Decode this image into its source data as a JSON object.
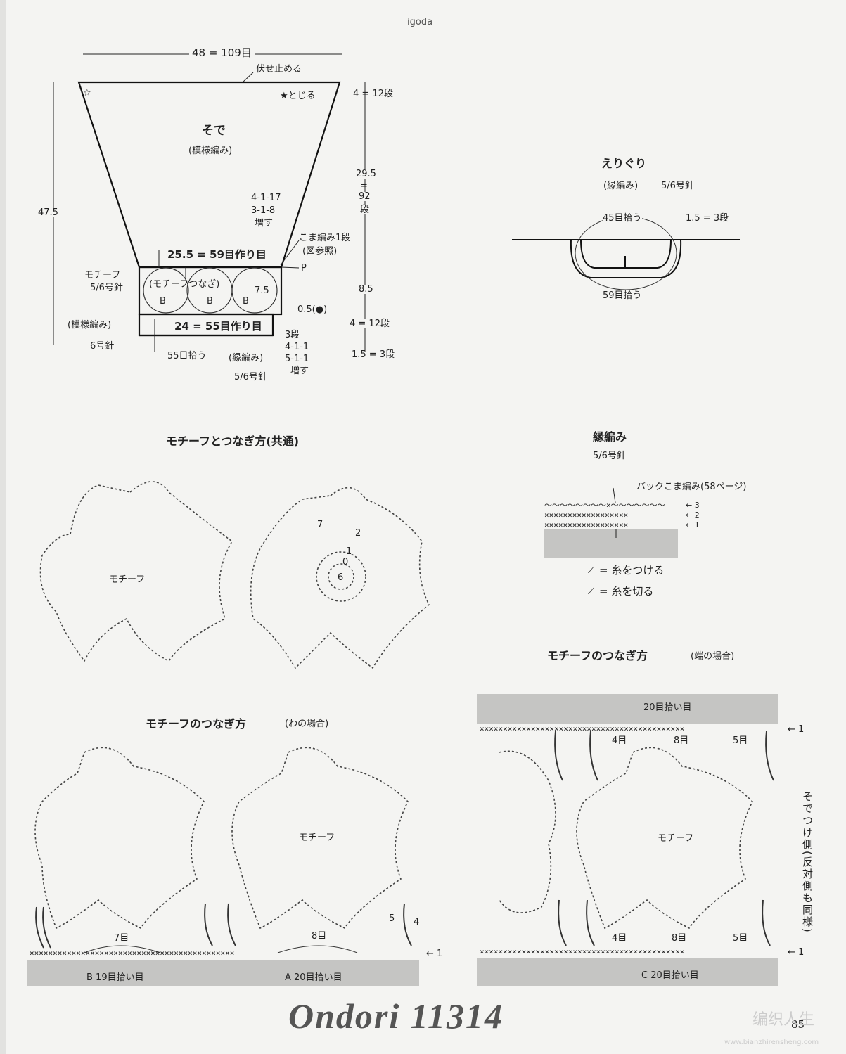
{
  "header": {
    "igoda": "igoda"
  },
  "sleeve": {
    "top_width": "48 = 109目",
    "bind_off": "伏せ止める",
    "join_mark": "★とじる",
    "star_mark": "☆",
    "top_rows": "4 = 12段",
    "title": "そで",
    "pattern": "(模様編み)",
    "mid_height": "29.5",
    "mid_eq": "=",
    "mid_rows": "92",
    "mid_dan": "段",
    "total_height": "47.5",
    "increase1": "4-1-17",
    "increase2": "3-1-8",
    "increase3": "増す",
    "chain_label": "25.5 = 59目作り目",
    "single_crochet": "こま編み1段",
    "see_fig": "(図参照)",
    "point_p": "P",
    "motif_label": "モチーフ",
    "motif_needle": "5/6号針",
    "motif_join": "(モチーフつなぎ)",
    "motif_size": "7.5",
    "motif_b": "B",
    "motif_height": "8.5",
    "half_gap": "0.5(●)",
    "pattern_left": "(模様編み)",
    "needle6": "6号針",
    "chain2": "24 = 55目作り目",
    "pick55": "55目拾う",
    "edge_pattern": "(縁編み)",
    "edge_needle": "5/6号針",
    "rows3": "3段",
    "inc_a": "4-1-1",
    "inc_b": "5-1-1",
    "inc_c": "増す",
    "rows12": "4 = 12段",
    "rows3b": "1.5 = 3段"
  },
  "neck": {
    "title": "えりぐり",
    "pattern": "(縁編み)",
    "needle": "5/6号針",
    "top_pick": "45目拾う",
    "rows": "1.5 = 3段",
    "bottom_pick": "59目拾う"
  },
  "motif_section": {
    "title": "モチーフとつなぎ方(共通)",
    "motif_label": "モチーフ",
    "nums": [
      "7",
      "2",
      "1",
      "0",
      "6"
    ]
  },
  "edge_section": {
    "title": "縁編み",
    "needle": "5/6号針",
    "back_sc": "バックこま編み(58ページ)",
    "row_labels": [
      "← 3",
      "← 2",
      "← 1"
    ],
    "row3": "〜〜〜〜〜〜〜〜×〜〜〜〜〜〜〜",
    "row2": "××××××××××××××××××",
    "row1": "××××××××××××××××××",
    "legend_attach": "= 糸をつける",
    "legend_cut": "= 糸を切る"
  },
  "ring_section": {
    "title": "モチーフのつなぎ方",
    "title_sub": "(わの場合)",
    "motif_label": "モチーフ",
    "count7": "7目",
    "count8": "8目",
    "label5": "5",
    "label4": "4",
    "row_arrow": "← 1",
    "stitch_row": "××××××××××××××××××××××××××××××××××××××××××××",
    "bar_b": "B 19目拾い目",
    "bar_a": "A 20目拾い目"
  },
  "end_section": {
    "title": "モチーフのつなぎ方",
    "title_sub": "(端の場合)",
    "top_bar": "20目拾い目",
    "motif_label": "モチーフ",
    "count4": "4目",
    "count8": "8目",
    "count5": "5目",
    "row_arrow": "← 1",
    "stitch_row": "××××××××××××××××××××××××××××××××××××××××××××",
    "bar_c": "C 20目拾い目",
    "side_note": "そでつけ側(反対側も同様)"
  },
  "footer": {
    "brand": "Ondori 11314",
    "page": "85",
    "watermark": "编织人生",
    "watermark_url": "www.bianzhirensheng.com"
  }
}
